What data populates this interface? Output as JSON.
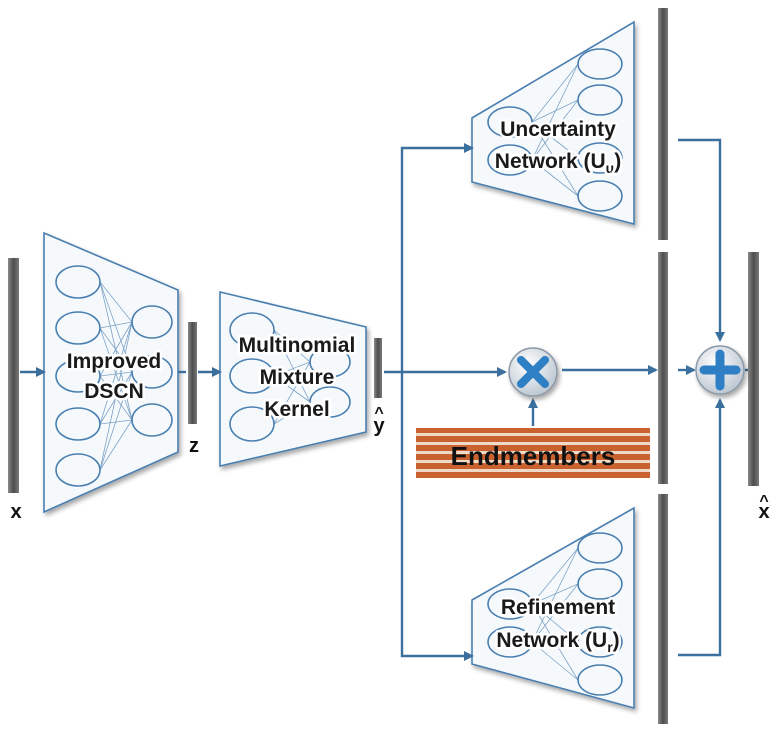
{
  "labels": {
    "input": "x",
    "latent": "z",
    "abundance_hat": "y",
    "output_hat": "x"
  },
  "networks": {
    "encoder": {
      "line1": "Improved",
      "line2": "DSCN"
    },
    "kernel": {
      "line1": "Multinomial",
      "line2": "Mixture",
      "line3": "Kernel"
    },
    "uncertainty": {
      "line1": "Uncertainty",
      "line2": "Network (U",
      "subscript": "u",
      "close": ")"
    },
    "refinement": {
      "line1": "Refinement",
      "line2": "Network (U",
      "subscript": "r",
      "close": ")"
    }
  },
  "endmembers": {
    "label": "Endmembers"
  },
  "operators": {
    "multiply": "×",
    "add": "+"
  },
  "hat_symbol": "^",
  "colors": {
    "arrow": "#3a6f9e",
    "bar": "#595959",
    "net_stroke": "#4a7fb0",
    "op_blue": "#2f7fc4",
    "endmember_fill": "#c9622f"
  }
}
